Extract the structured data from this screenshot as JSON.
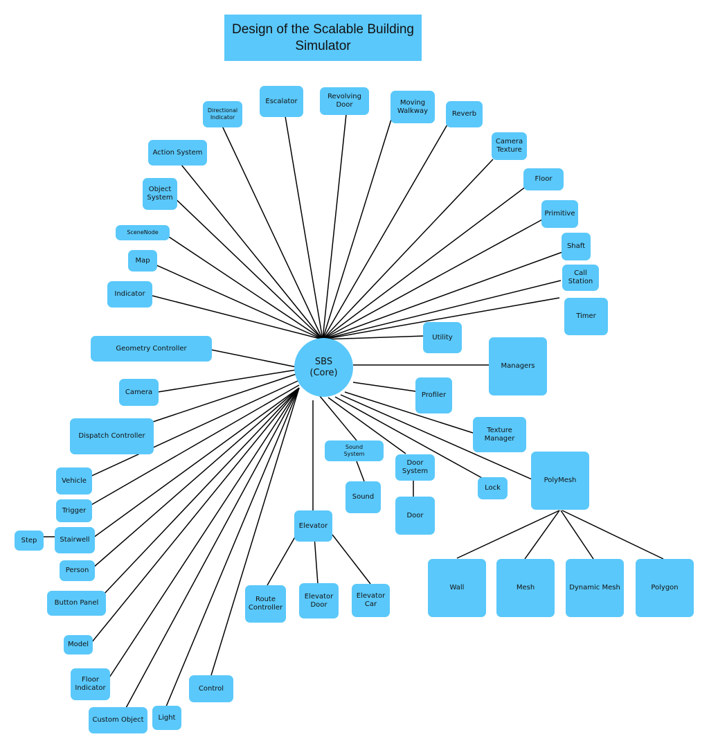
{
  "title": "Design of the Scalable Building\nSimulator",
  "colors": {
    "node_fill": "#5ac8fa",
    "edge": "#000000",
    "background": "#ffffff"
  },
  "nodes": {
    "core": "SBS\n(Core)",
    "directional_indicator": "Directional\nIndicator",
    "escalator": "Escalator",
    "revolving_door": "Revolving\nDoor",
    "moving_walkway": "Moving\nWalkway",
    "reverb": "Reverb",
    "camera_texture": "Camera\nTexture",
    "floor": "Floor",
    "primitive": "Primitive",
    "shaft": "Shaft",
    "call_station": "Call\nStation",
    "timer": "Timer",
    "utility": "Utility",
    "managers": "Managers",
    "profiler": "Profiler",
    "texture_manager": "Texture\nManager",
    "polymesh": "PolyMesh",
    "lock": "Lock",
    "door_system": "Door\nSystem",
    "door": "Door",
    "sound_system": "Sound\nSystem",
    "sound": "Sound",
    "elevator": "Elevator",
    "route_controller": "Route\nController",
    "elevator_door": "Elevator\nDoor",
    "elevator_car": "Elevator\nCar",
    "wall": "Wall",
    "mesh": "Mesh",
    "dynamic_mesh": "Dynamic Mesh",
    "polygon": "Polygon",
    "action_system": "Action System",
    "object_system": "Object\nSystem",
    "scenenode": "SceneNode",
    "map": "Map",
    "indicator": "Indicator",
    "geometry_controller": "Geometry Controller",
    "camera": "Camera",
    "dispatch_controller": "Dispatch Controller",
    "vehicle": "Vehicle",
    "trigger": "Trigger",
    "stairwell": "Stairwell",
    "step": "Step",
    "person": "Person",
    "button_panel": "Button Panel",
    "model": "Model",
    "floor_indicator": "Floor\nIndicator",
    "custom_object": "Custom Object",
    "light": "Light",
    "control": "Control"
  }
}
